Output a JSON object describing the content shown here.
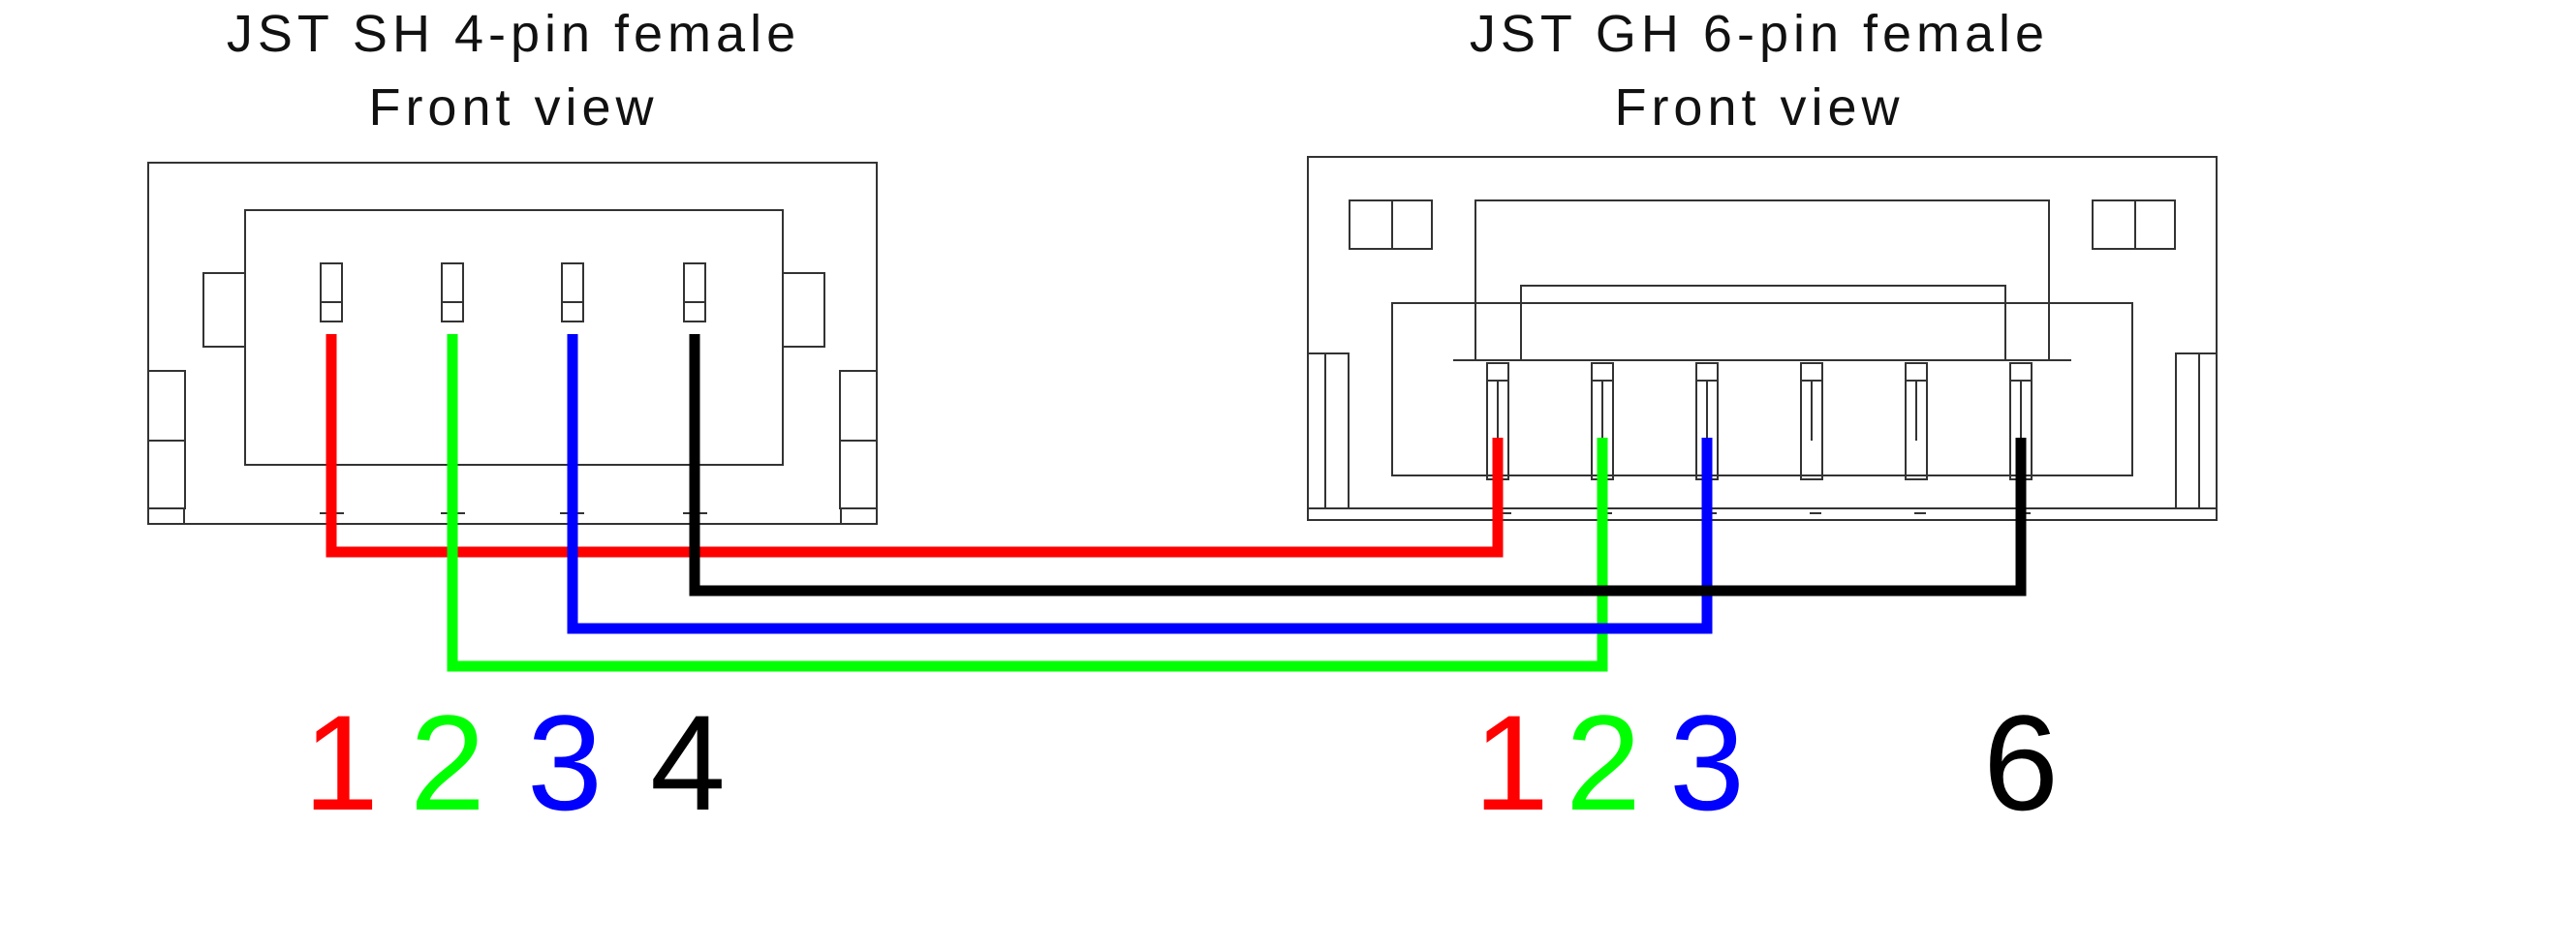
{
  "connectors": {
    "left": {
      "title": "JST SH 4-pin female",
      "subtitle": "Front view",
      "pin_labels": [
        "1",
        "2",
        "3",
        "4"
      ]
    },
    "right": {
      "title": "JST GH 6-pin female",
      "subtitle": "Front view",
      "pin_labels": [
        "1",
        "2",
        "3",
        "6"
      ]
    }
  },
  "wires": [
    {
      "from_pin": "1",
      "to_pin": "1",
      "color": "#ff0000"
    },
    {
      "from_pin": "2",
      "to_pin": "2",
      "color": "#00ff00"
    },
    {
      "from_pin": "3",
      "to_pin": "3",
      "color": "#0000ff"
    },
    {
      "from_pin": "4",
      "to_pin": "6",
      "color": "#000000"
    }
  ]
}
